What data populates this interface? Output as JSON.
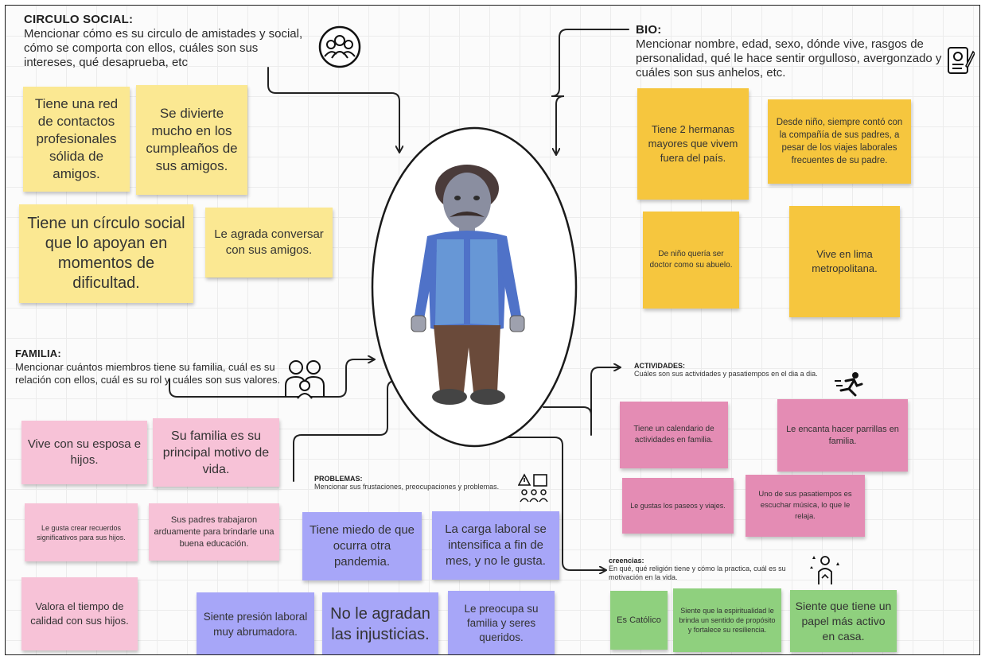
{
  "circulo_social": {
    "title": "CIRCULO SOCIAL:",
    "desc": "Mencionar cómo es su circulo de amistades y social, cómo se comporta con ellos, cuáles son sus intereses, qué desaprueba, etc",
    "notes": [
      "Tiene una red de contactos profesionales sólida de amigos.",
      "Se divierte mucho en los cumpleaños de sus amigos.",
      "Tiene un círculo social que lo apoyan en momentos de dificultad.",
      "Le agrada conversar con sus amigos."
    ]
  },
  "bio": {
    "title": "BIO:",
    "desc": "Mencionar nombre, edad, sexo, dónde vive, rasgos de personalidad, qué le hace sentir orgulloso, avergonzado y cuáles son sus anhelos, etc.",
    "notes": [
      "Tiene 2 hermanas mayores que vivem fuera del país.",
      "Desde niño, siempre contó con la compañía de sus padres, a pesar de los viajes laborales frecuentes de su padre.",
      "De niño quería ser doctor como su abuelo.",
      "Vive  en lima metropolitana."
    ]
  },
  "familia": {
    "title": "FAMILIA:",
    "desc": "Mencionar cuántos miembros tiene su familia, cuál es su relación con ellos, cuál es su rol y cuáles son sus valores.",
    "notes": [
      "Vive con su esposa e hijos.",
      "Su familia es su principal motivo de vida.",
      "Le gusta crear recuerdos significativos para sus hijos.",
      "Sus padres trabajaron arduamente para brindarle una buena educación.",
      "Valora el tiempo de calidad con sus hijos."
    ]
  },
  "actividades": {
    "title": "ACTIVIDADES:",
    "desc": "Cuáles son sus actividades y pasatiempos en el dia a dia.",
    "notes": [
      "Tiene un calendario de actividades en familia.",
      "Le encanta hacer parrillas en familia.",
      "Le gustas los paseos y viajes.",
      "Uno de sus pasatiempos es escuchar música, lo que le relaja."
    ]
  },
  "problemas": {
    "title": "PROBLEMAS:",
    "desc": "Mencionar sus frustaciones, preocupaciones y problemas.",
    "notes": [
      "Tiene miedo de que ocurra otra pandemia.",
      "La carga laboral se intensifica a fin de mes, y no le gusta.",
      "Siente presión laboral muy abrumadora.",
      "No le agradan las injusticias.",
      "Le preocupa su familia y seres queridos."
    ]
  },
  "creencias": {
    "title": "creencias:",
    "desc": "En qué, qué religión tiene y cómo la practica, cuál es su motivación en la vida.",
    "notes": [
      "Es Católico",
      "Siente que la espiritualidad le brinda un sentido de propósito y fortalece su resiliencia.",
      "Siente que tiene un papel más activo en casa."
    ]
  },
  "colors": {
    "yellow": "#fbe892",
    "orange": "#f6c63e",
    "pink": "#f7c2d7",
    "magenta": "#e48cb4",
    "blue": "#a7a6f8",
    "green": "#8fd07e"
  },
  "icons": [
    "group-icon",
    "bio-profile-icon",
    "family-icon",
    "running-person-icon",
    "problems-warning-icon",
    "spiritual-person-icon"
  ]
}
